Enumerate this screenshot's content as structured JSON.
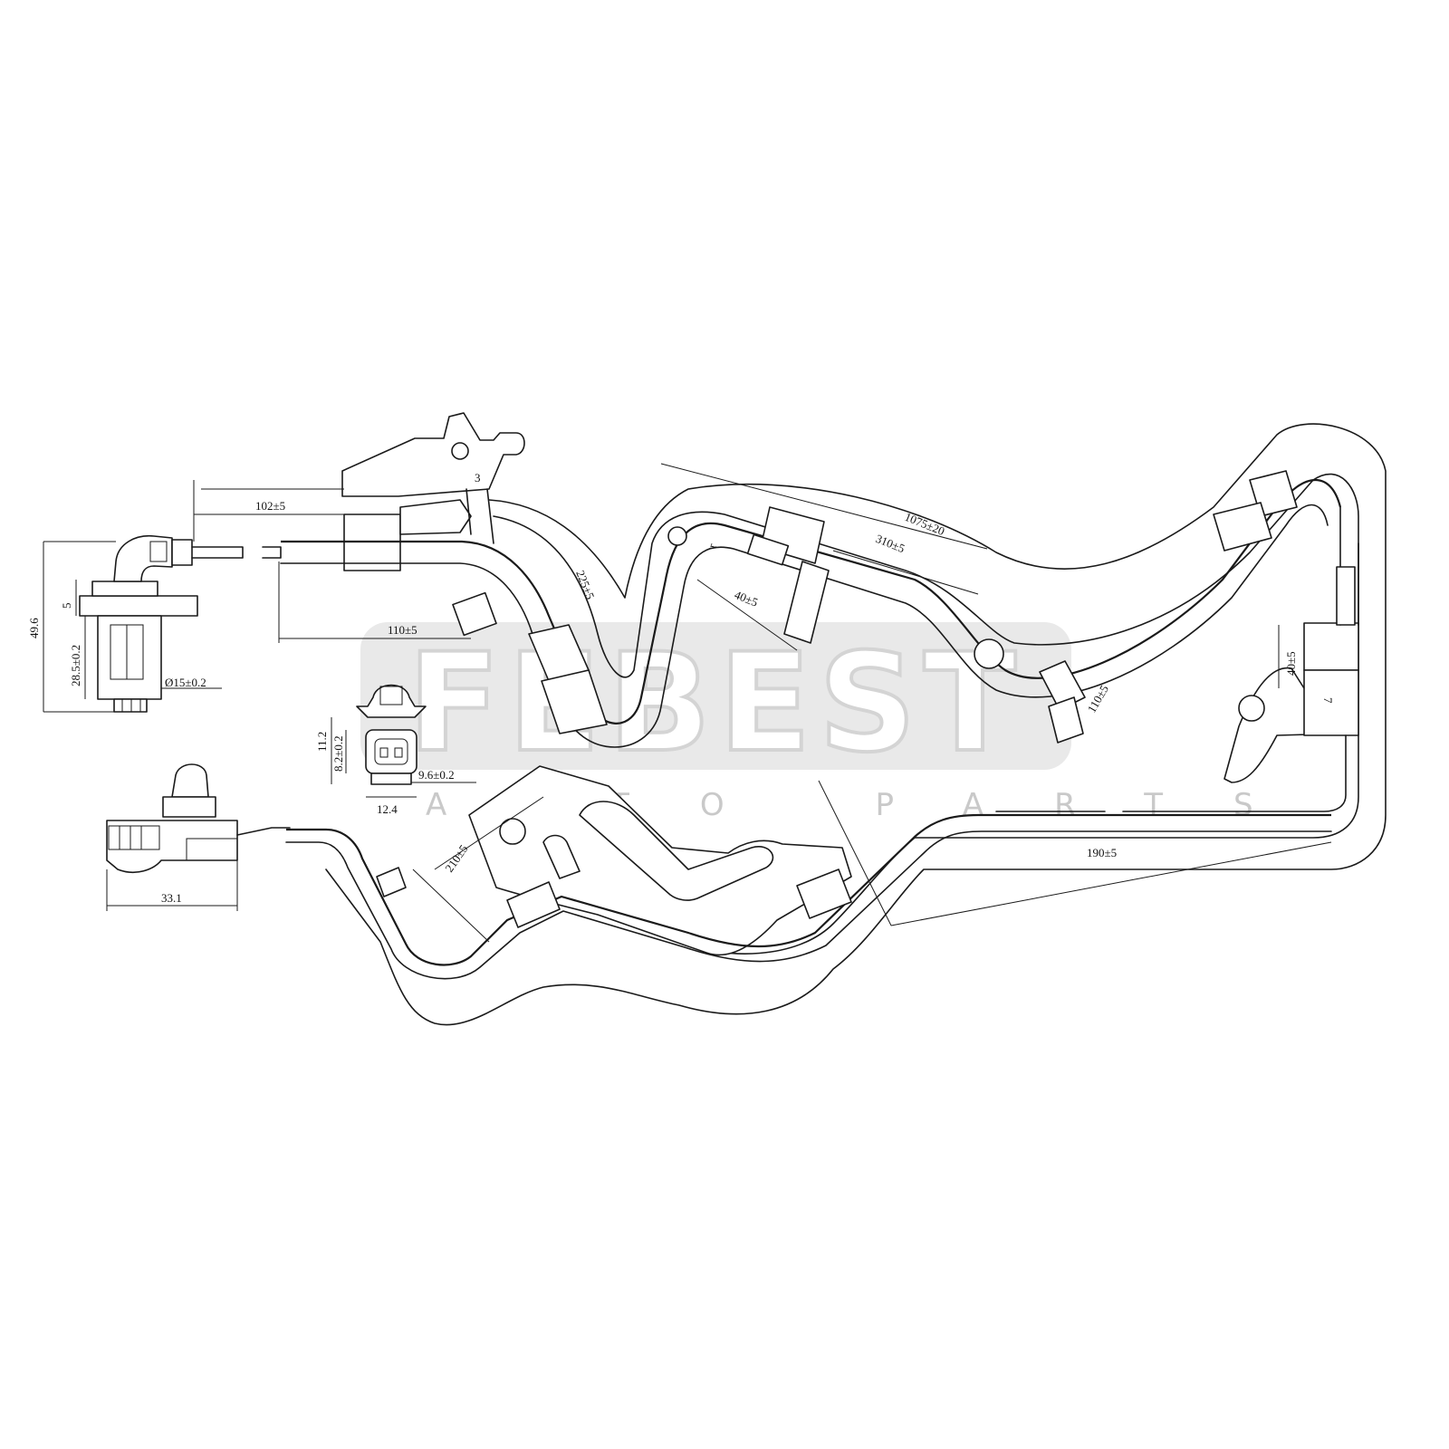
{
  "watermark": {
    "brand": "FEBEST",
    "subtitle": "AUTO PARTS"
  },
  "dimensions": {
    "d_102": "102±5",
    "d_110": "110±5",
    "d_225": "225±5",
    "d_40_top": "40±5",
    "d_1075": "1075±20",
    "d_310": "310±5",
    "d_110_right": "110±5",
    "d_40_right": "40±5",
    "d_190": "190±5",
    "d_210": "210±5",
    "d_49_6": "49.6",
    "d_5": "5",
    "d_28_5": "28.5±0.2",
    "d_phi15": "Ø15±0.2",
    "d_11_2": "11.2",
    "d_8_2": "8.2±0.2",
    "d_9_6": "9.6±0.2",
    "d_12_4": "12.4",
    "d_33_1": "33.1"
  },
  "markers": {
    "mark_3": "3",
    "mark_7": "7",
    "mark_r": "r"
  }
}
